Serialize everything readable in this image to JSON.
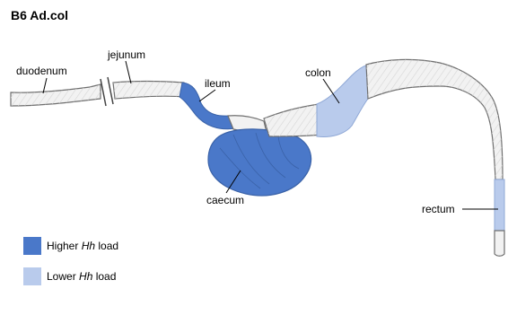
{
  "title": "B6 Ad.col",
  "labels": {
    "duodenum": "duodenum",
    "jejunum": "jejunum",
    "ileum": "ileum",
    "colon": "colon",
    "caecum": "caecum",
    "rectum": "rectum"
  },
  "legend": {
    "higher": {
      "prefix": "Higher ",
      "italic": "Hh",
      "suffix": " load",
      "color": "#4a78c9"
    },
    "lower": {
      "prefix": "Lower ",
      "italic": "Hh",
      "suffix": " load",
      "color": "#b9cbec"
    }
  },
  "colors": {
    "gut_fill": "#f2f2f2",
    "gut_outline": "#6f6f6f",
    "higher_load": "#4a78c9",
    "lower_load": "#b9cbec"
  }
}
